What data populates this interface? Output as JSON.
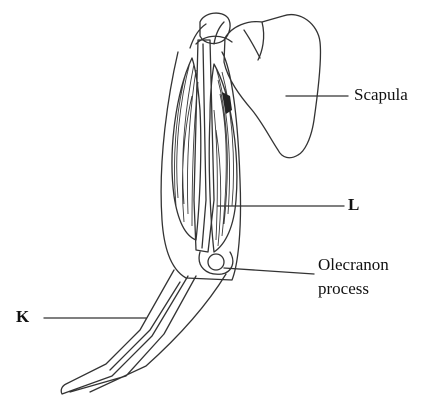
{
  "labels": {
    "scapula": "Scapula",
    "l": "L",
    "olecranon_line1": "Olecranon",
    "olecranon_line2": "process",
    "k": "K"
  },
  "colors": {
    "outline": "#333333",
    "muscle": "#3a3a3a",
    "background": "#ffffff"
  }
}
